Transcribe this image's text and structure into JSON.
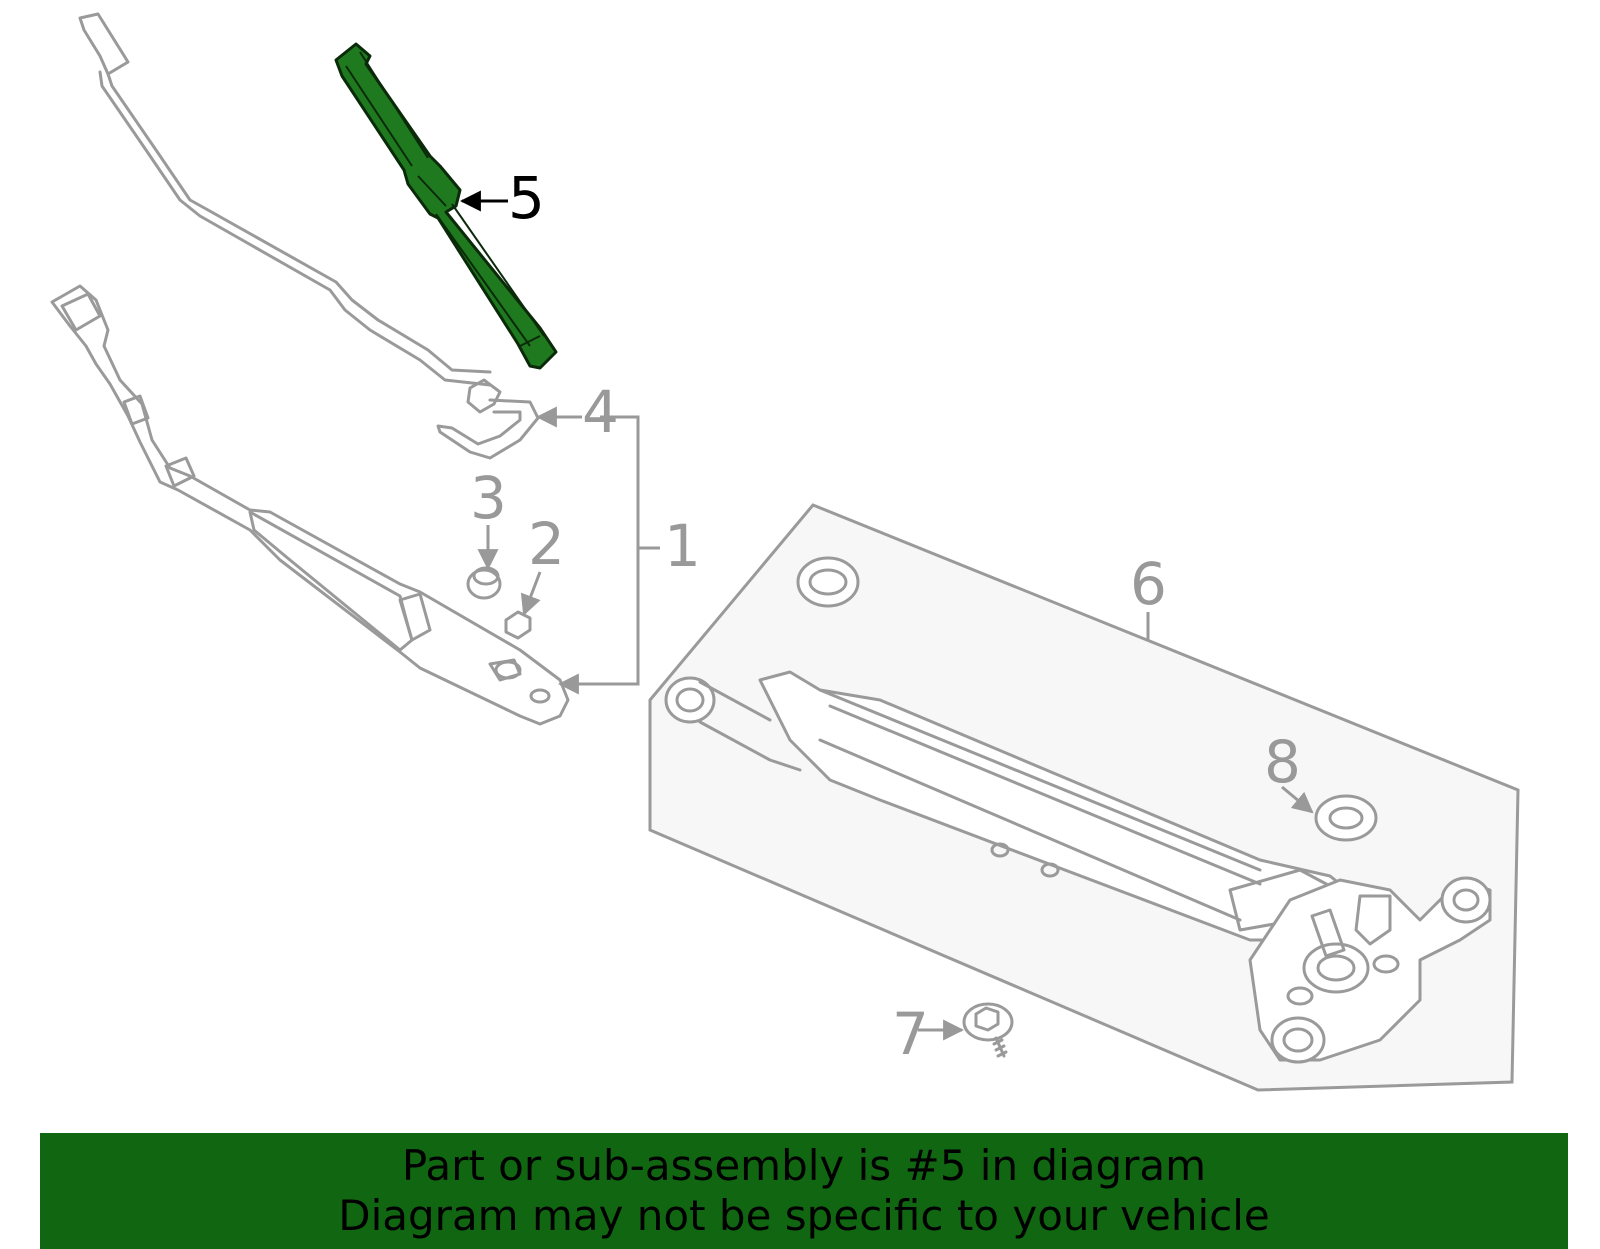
{
  "callouts": {
    "c1": "1",
    "c2": "2",
    "c3": "3",
    "c4": "4",
    "c5": "5",
    "c6": "6",
    "c7": "7",
    "c8": "8"
  },
  "highlight": {
    "part_number": "5",
    "color": "#1f7a1f",
    "outline": "#0a2a0a"
  },
  "banner": {
    "line1": "Part or sub-assembly is #5 in diagram",
    "line2": "Diagram may not be specific to your vehicle",
    "background": "#116611"
  }
}
